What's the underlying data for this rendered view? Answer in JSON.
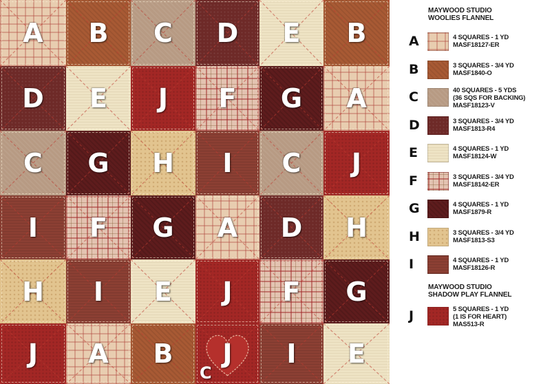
{
  "quilt": {
    "rows": [
      [
        "A",
        "B",
        "C",
        "D",
        "E",
        "B"
      ],
      [
        "D",
        "E",
        "J",
        "F",
        "G",
        "A"
      ],
      [
        "C",
        "G",
        "H",
        "I",
        "C",
        "J"
      ],
      [
        "I",
        "F",
        "G",
        "A",
        "D",
        "H"
      ],
      [
        "H",
        "I",
        "E",
        "J",
        "F",
        "G"
      ],
      [
        "J",
        "A",
        "B",
        "J",
        "I",
        "E"
      ]
    ],
    "heart_block": {
      "row": 5,
      "col": 3,
      "color": "#b5302c"
    },
    "corner_label": "C",
    "fabric_colors": {
      "A": "#e8cdb0",
      "B": "#a85a34",
      "C": "#b79a83",
      "D": "#6e2a28",
      "E": "#eee3c4",
      "F": "#e3c3b1",
      "G": "#5e1c1d",
      "H": "#e2c48f",
      "I": "#8b3f33",
      "J": "#a32725"
    }
  },
  "legend": {
    "heading1": [
      "MAYWOOD STUDIO",
      "WOOLIES FLANNEL"
    ],
    "heading2": [
      "MAYWOOD STUDIO",
      "SHADOW PLAY FLANNEL"
    ],
    "items": [
      {
        "letter": "A",
        "lines": [
          "4 SQUARES - 1 YD",
          "MASF18127-ER"
        ]
      },
      {
        "letter": "B",
        "lines": [
          "3 SQUARES - 3/4 YD",
          "MASF1840-O"
        ]
      },
      {
        "letter": "C",
        "lines": [
          "40 SQUARES - 5 YDS",
          "(36 SQS FOR BACKING)",
          "MASF18123-V"
        ]
      },
      {
        "letter": "D",
        "lines": [
          "3 SQUARES - 3/4 YD",
          "MASF1813-R4"
        ]
      },
      {
        "letter": "E",
        "lines": [
          "4 SQUARES - 1 YD",
          "MASF18124-W"
        ]
      },
      {
        "letter": "F",
        "lines": [
          "3 SQUARES - 3/4 YD",
          "MASF18142-ER"
        ]
      },
      {
        "letter": "G",
        "lines": [
          "4 SQUARES - 1 YD",
          "MASF1879-R"
        ]
      },
      {
        "letter": "H",
        "lines": [
          "3 SQUARES - 3/4 YD",
          "MASF1813-S3"
        ]
      },
      {
        "letter": "I",
        "lines": [
          "4 SQUARES - 1 YD",
          "MASF18126-R"
        ]
      }
    ],
    "items2": [
      {
        "letter": "J",
        "lines": [
          "5 SQUARES - 1 YD",
          "(1 IS FOR HEART)",
          "MAS513-R"
        ]
      }
    ]
  }
}
